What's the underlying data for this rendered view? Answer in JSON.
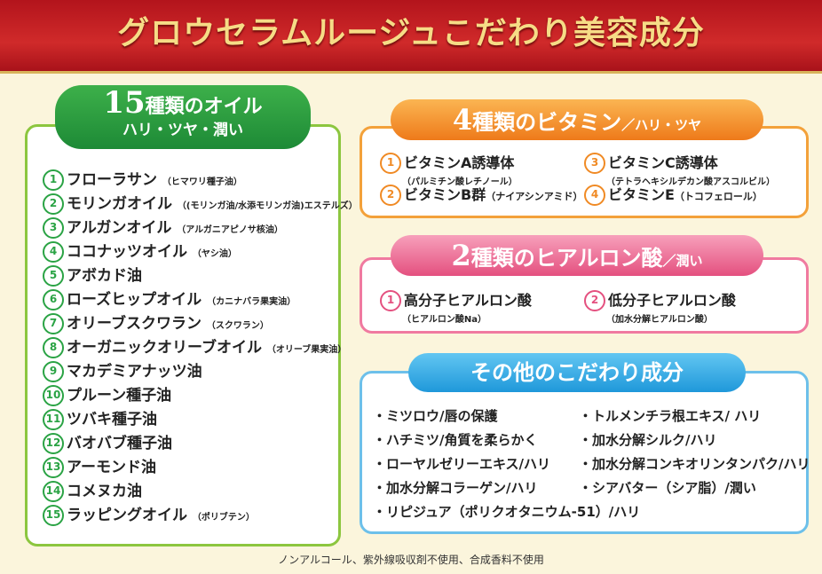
{
  "title": "グロウセラムルージュこだわり美容成分",
  "oils": {
    "count": "15",
    "heading": "種類のオイル",
    "sub": "ハリ・ツヤ・潤い",
    "items": [
      {
        "n": "1",
        "name": "フローラサン",
        "note": "（ヒマワリ種子油）"
      },
      {
        "n": "2",
        "name": "モリンガオイル",
        "note": "（(モリンガ油/水添モリンガ油)エステルズ）"
      },
      {
        "n": "3",
        "name": "アルガンオイル",
        "note": "（アルガニアピノサ核油）"
      },
      {
        "n": "4",
        "name": "ココナッツオイル",
        "note": "（ヤシ油）"
      },
      {
        "n": "5",
        "name": "アボカド油",
        "note": ""
      },
      {
        "n": "6",
        "name": "ローズヒップオイル",
        "note": "（カニナバラ果実油）"
      },
      {
        "n": "7",
        "name": "オリーブスクワラン",
        "note": "（スクワラン）"
      },
      {
        "n": "8",
        "name": "オーガニックオリーブオイル",
        "note": "（オリーブ果実油）"
      },
      {
        "n": "9",
        "name": "マカデミアナッツ油",
        "note": ""
      },
      {
        "n": "10",
        "name": "プルーン種子油",
        "note": ""
      },
      {
        "n": "11",
        "name": "ツバキ種子油",
        "note": ""
      },
      {
        "n": "12",
        "name": "バオバブ種子油",
        "note": ""
      },
      {
        "n": "13",
        "name": "アーモンド油",
        "note": ""
      },
      {
        "n": "14",
        "name": "コメヌカ油",
        "note": ""
      },
      {
        "n": "15",
        "name": "ラッピングオイル",
        "note": "（ポリブテン）"
      }
    ]
  },
  "vitamins": {
    "count": "4",
    "heading": "種類のビタミン",
    "sub": "／ハリ・ツヤ",
    "items": [
      {
        "n": "1",
        "name": "ビタミンA誘導体",
        "note": "（パルミチン酸レチノール）"
      },
      {
        "n": "2",
        "name": "ビタミンB群",
        "note": "（ナイアシンアミド）"
      },
      {
        "n": "3",
        "name": "ビタミンC誘導体",
        "note": "（テトラヘキシルデカン酸アスコルビル）"
      },
      {
        "n": "4",
        "name": "ビタミンE",
        "note": "（トコフェロール）"
      }
    ]
  },
  "hyaluronic": {
    "count": "2",
    "heading": "種類のヒアルロン酸",
    "sub": "／潤い",
    "items": [
      {
        "n": "1",
        "name": "高分子ヒアルロン酸",
        "note": "（ヒアルロン酸Na）"
      },
      {
        "n": "2",
        "name": "低分子ヒアルロン酸",
        "note": "（加水分解ヒアルロン酸）"
      }
    ]
  },
  "other": {
    "heading": "その他のこだわり成分",
    "items": [
      "・ミツロウ/唇の保護",
      "・ハチミツ/角質を柔らかく",
      "・ローヤルゼリーエキス/ハリ",
      "・加水分解コラーゲン/ハリ",
      "・リピジュア（ポリクオタニウム-51）/ハリ",
      "・トルメンチラ根エキス/ ハリ",
      "・加水分解シルク/ハリ",
      "・加水分解コンキオリンタンパク/ハリ",
      "・シアバター（シア脂）/潤い"
    ]
  },
  "footer": "ノンアルコール、紫外線吸収剤不使用、合成香料不使用"
}
